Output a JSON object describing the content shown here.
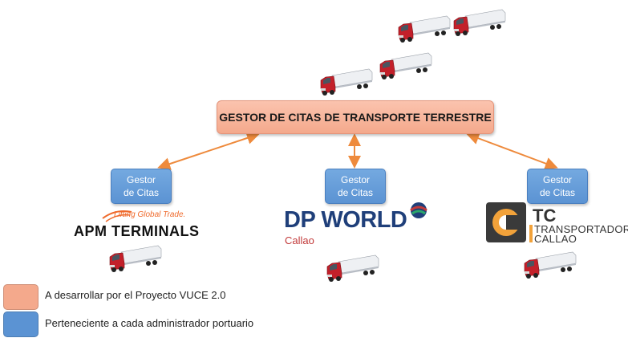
{
  "main_system": {
    "label": "GESTOR DE CITAS DE TRANSPORTE TERRESTRE"
  },
  "gestores": [
    {
      "line1": "Gestor",
      "line2": "de Citas"
    },
    {
      "line1": "Gestor",
      "line2": "de Citas"
    },
    {
      "line1": "Gestor",
      "line2": "de Citas"
    }
  ],
  "logos": {
    "apm": {
      "tagline": "Lifting Global Trade.",
      "name": "APM TERMINALS"
    },
    "dp": {
      "name": "DP WORLD",
      "sub": "Callao"
    },
    "tc": {
      "mark": "TC",
      "line1": "TRANSPORTADORA",
      "line2": "CALLAO"
    }
  },
  "legend": [
    {
      "text": "A desarrollar por el Proyecto VUCE 2.0",
      "color": "#f4a98c"
    },
    {
      "text": "Perteneciente a cada administrador portuario",
      "color": "#5b93d3"
    }
  ],
  "colors": {
    "arrow": "#ee8a3c",
    "truck_cab": "#c3202a",
    "trailer": "#eef0f3"
  },
  "icons": [
    "truck-icon"
  ]
}
